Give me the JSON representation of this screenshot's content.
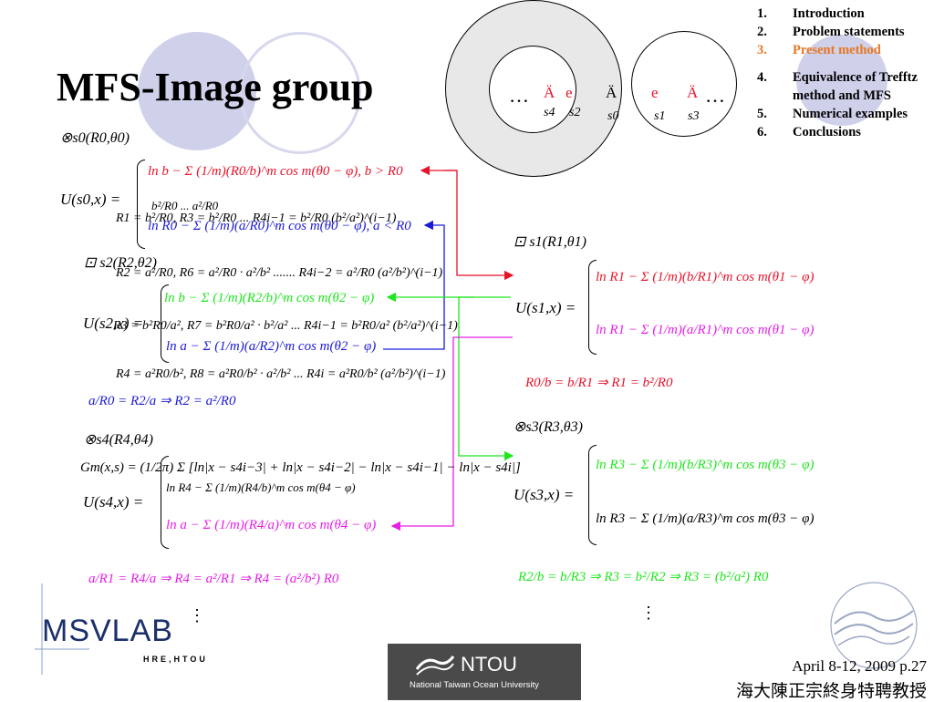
{
  "title": "MFS-Image group",
  "toc": [
    {
      "num": "1.",
      "label": "Introduction",
      "current": false
    },
    {
      "num": "2.",
      "label": "Problem statements",
      "current": false
    },
    {
      "num": "3.",
      "label": "Present method",
      "current": true
    },
    {
      "num": "4.",
      "label": "Equivalence of Trefftz method and MFS",
      "current": false
    },
    {
      "num": "5.",
      "label": "Numerical examples",
      "current": false
    },
    {
      "num": "6.",
      "label": "Conclusions",
      "current": false
    }
  ],
  "diagram": {
    "ellipsis_left": "…",
    "ellipsis_right": "…",
    "glyphs": [
      "Ä",
      "e",
      "Ä",
      "e",
      "Ä"
    ],
    "labels": [
      "s4",
      "s2",
      "s0",
      "s1",
      "s3"
    ]
  },
  "equations": {
    "s0_head": "⊗s0(R0,θ0)",
    "u_s0_lhs": "U(s0,x) =",
    "u_s0_top": "ln b − Σ (1/m)(R0/b)^m cos m(θ0 − φ), b > R0",
    "u_s0_bot": "b²/R0 ... a²/R0",
    "overlap_R1": "R1 = b²/R0, R3 = b²/R0 ... R4i−1 = b²/R0 (b²/a²)^(i−1)",
    "overlap_blue": "ln R0 − Σ (1/m)(a/R0)^m cos m(θ0 − φ), a < R0",
    "s2_head": "⊡ s2(R2,θ2)",
    "R2_line": "R2 = a²/R0, R6 = a²/R0 · a²/b² ....... R4i−2 = a²/R0 (a²/b²)^(i−1)",
    "green_line": "ln b − Σ (1/m)(R2/b)^m cos m(θ2 − φ)",
    "u_s2_lhs": "U(s2,x) =",
    "R3_line": "R3 = b²R0/a², R7 = b²R0/a² · b²/a² ... R4i−1 = b²R0/a² (b²/a²)^(i−1)",
    "blue_line2": "ln a − Σ (1/m)(a/R2)^m cos m(θ2 − φ)",
    "R4_line": "R4 = a²R0/b², R8 = a²R0/b² · a²/b² ... R4i = a²R0/b² (a²/b²)^(i−1)",
    "ratio_blue": "a/R0 = R2/a ⇒ R2 = a²/R0",
    "s4_head": "⊗s4(R4,θ4)",
    "gm_line": "Gm(x,s) = (1/2π) Σ [ln|x − s4i−3| + ln|x − s4i−2| − ln|x − s4i−1| − ln|x − s4i|]",
    "u_s4_lhs": "U(s4,x) =",
    "u_s4_top": "ln R4 − Σ (1/m)(R4/b)^m cos m(θ4 − φ)",
    "u_s4_bot": "ln a − Σ (1/m)(R4/a)^m cos m(θ4 − φ)",
    "ratio_mag": "a/R1 = R4/a ⇒ R4 = a²/R1 ⇒ R4 = (a²/b²) R0",
    "s1_head": "⊡ s1(R1,θ1)",
    "u_s1_lhs": "U(s1,x) =",
    "u_s1_top": "ln R1 − Σ (1/m)(b/R1)^m cos m(θ1 − φ)",
    "u_s1_bot": "ln R1 − Σ (1/m)(a/R1)^m cos m(θ1 − φ)",
    "ratio_red": "R0/b = b/R1 ⇒ R1 = b²/R0",
    "s3_head": "⊗s3(R3,θ3)",
    "u_s3_lhs": "U(s3,x) =",
    "u_s3_top": "ln R3 − Σ (1/m)(b/R3)^m cos m(θ3 − φ)",
    "u_s3_bot": "ln R3 − Σ (1/m)(a/R3)^m cos m(θ3 − φ)",
    "ratio_green": "R2/b = b/R3 ⇒ R3 = b²/R2 ⇒ R3 = (b²/a²) R0",
    "vdots_left": "⋮",
    "vdots_right": "⋮"
  },
  "logos": {
    "msvlab": "MSVLAB",
    "msvlab_sub": "HRE,HTOU",
    "ntou_name": "NTOU",
    "ntou_full": "National Taiwan Ocean University"
  },
  "footer": {
    "date": "April 8-12, 2009 p.27",
    "chinese": "海大陳正宗終身特聘教授"
  },
  "colors": {
    "accent_orange": "#e87722",
    "red": "#e8132b",
    "blue": "#1b1bd6",
    "green": "#1ee61e",
    "magenta": "#e61ee6",
    "deco_circle": "#cfd0ea"
  }
}
